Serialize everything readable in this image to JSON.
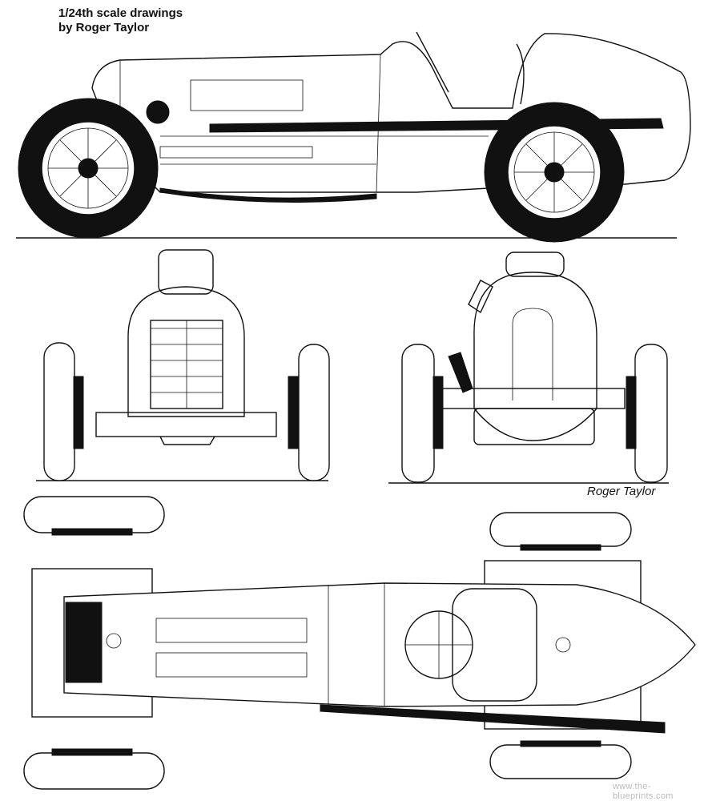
{
  "header": {
    "line1": "1/24th scale drawings",
    "line2": "by Roger Taylor"
  },
  "signature": "Roger Taylor",
  "watermark": "www.the-blueprints.com",
  "views": [
    "side-view",
    "front-view",
    "rear-view",
    "top-view"
  ]
}
